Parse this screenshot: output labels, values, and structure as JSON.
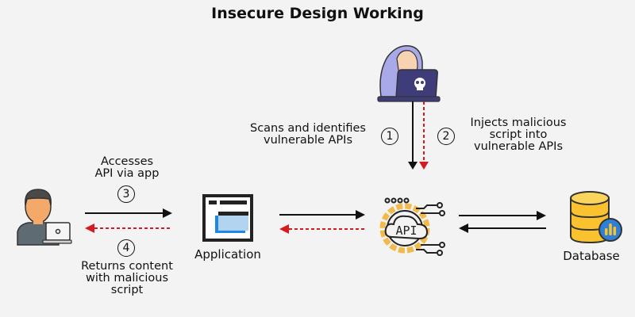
{
  "title": "Insecure Design Working",
  "nodes": {
    "attacker": {
      "icon": "hacker-icon"
    },
    "user": {
      "icon": "user-laptop-icon"
    },
    "application": {
      "label": "Application",
      "icon": "application-window-icon"
    },
    "api": {
      "label": "API",
      "icon": "api-cloud-icon"
    },
    "database": {
      "label": "Database",
      "icon": "database-icon"
    }
  },
  "steps": [
    {
      "number": "1",
      "text_lines": [
        "Scans and identifies",
        "vulnerable APIs"
      ]
    },
    {
      "number": "2",
      "text_lines": [
        "Injects malicious",
        "script into",
        "vulnerable APIs"
      ]
    },
    {
      "number": "3",
      "text_lines": [
        "Accesses",
        "API via app"
      ]
    },
    {
      "number": "4",
      "text_lines": [
        "Returns content",
        "with malicious",
        "script"
      ]
    }
  ],
  "colors": {
    "background": "#f3f3f3",
    "solid_arrow": "#111111",
    "malicious_arrow": "#d71920",
    "hoodie": "#a9a8e8",
    "laptop_dark": "#3e3d79",
    "gear": "#f2b94b",
    "database": "#f9c22e",
    "database_badge": "#2f7fd6",
    "app_accent": "#1e88e5"
  }
}
